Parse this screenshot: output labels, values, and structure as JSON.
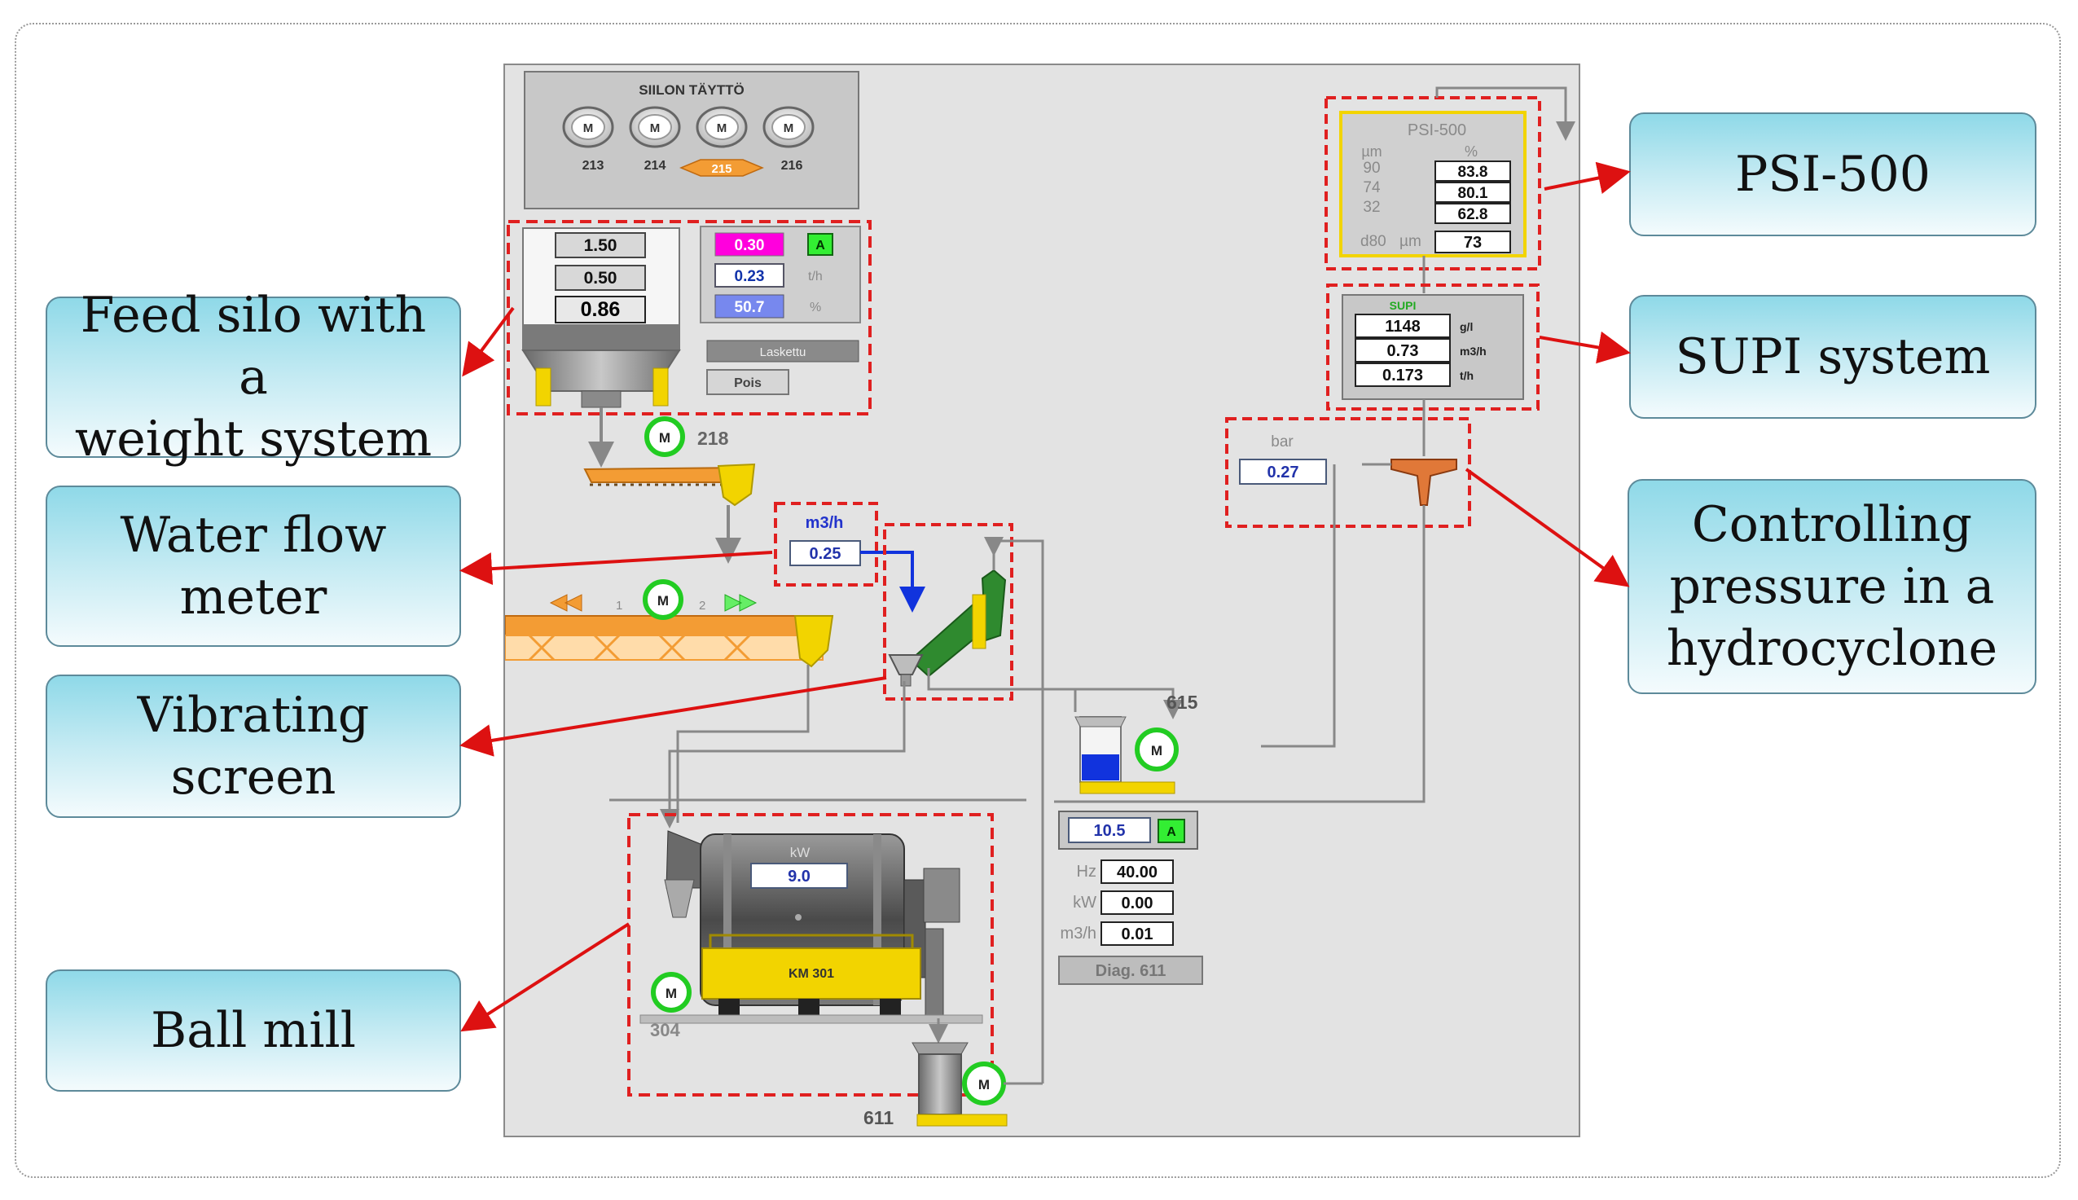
{
  "callouts": {
    "feed_silo": "Feed silo with a\nweight system",
    "water_flow": "Water flow\nmeter",
    "vibrating_screen": "Vibrating screen",
    "ball_mill": "Ball mill",
    "psi500": "PSI-500",
    "supi": "SUPI system",
    "hydrocyclone": "Controlling\npressure in a\nhydrocyclone"
  },
  "silo_filling": {
    "title": "SIILON TÄYTTÖ",
    "motors": [
      "213",
      "214",
      "215",
      "216"
    ],
    "motor_glyph": "M"
  },
  "feed_silo": {
    "levels": [
      "1.50",
      "0.50",
      "0.86"
    ],
    "rate_values": [
      "0.30",
      "0.23",
      "50.7"
    ],
    "rate_units": [
      "t/h",
      "%"
    ],
    "mode": "A",
    "status": "Laskettu",
    "off_button": "Pois"
  },
  "conveyors": {
    "feeder_motor": "218",
    "belt_markers": [
      "1",
      "2"
    ]
  },
  "water_flow": {
    "unit": "m3/h",
    "value": "0.25"
  },
  "psi500": {
    "title": "PSI-500",
    "col_um": "µm",
    "col_pct": "%",
    "rows": [
      {
        "size": "90",
        "value": "83.8"
      },
      {
        "size": "74",
        "value": "80.1"
      },
      {
        "size": "32",
        "value": "62.8"
      }
    ],
    "d80_label": "d80",
    "d80_unit": "µm",
    "d80_value": "73"
  },
  "supi": {
    "title": "SUPI",
    "rows": [
      {
        "value": "1148",
        "unit": "g/l"
      },
      {
        "value": "0.73",
        "unit": "m3/h"
      },
      {
        "value": "0.173",
        "unit": "t/h"
      }
    ]
  },
  "hydrocyclone": {
    "unit": "bar",
    "value": "0.27"
  },
  "sump": {
    "tag": "615"
  },
  "pump_control": {
    "setpoint": "10.5",
    "mode": "A",
    "rows": [
      {
        "label": "Hz",
        "value": "40.00"
      },
      {
        "label": "kW",
        "value": "0.00"
      },
      {
        "label": "m3/h",
        "value": "0.01"
      }
    ],
    "diag_button": "Diag. 611"
  },
  "ball_mill": {
    "unit": "kW",
    "value": "9.0",
    "name": "KM 301",
    "tag": "304"
  },
  "pump": {
    "tag": "611"
  },
  "colors": {
    "dashed_box": "#e02020",
    "arrow": "#dd1111",
    "pipe": "#888888",
    "motor_ring": "#22cc22",
    "conveyor": "#f39c34",
    "equipment_yellow": "#f2d400",
    "screen_green": "#2f8a2f",
    "magenta": "#ff00dd",
    "water_blue": "#1133dd"
  }
}
